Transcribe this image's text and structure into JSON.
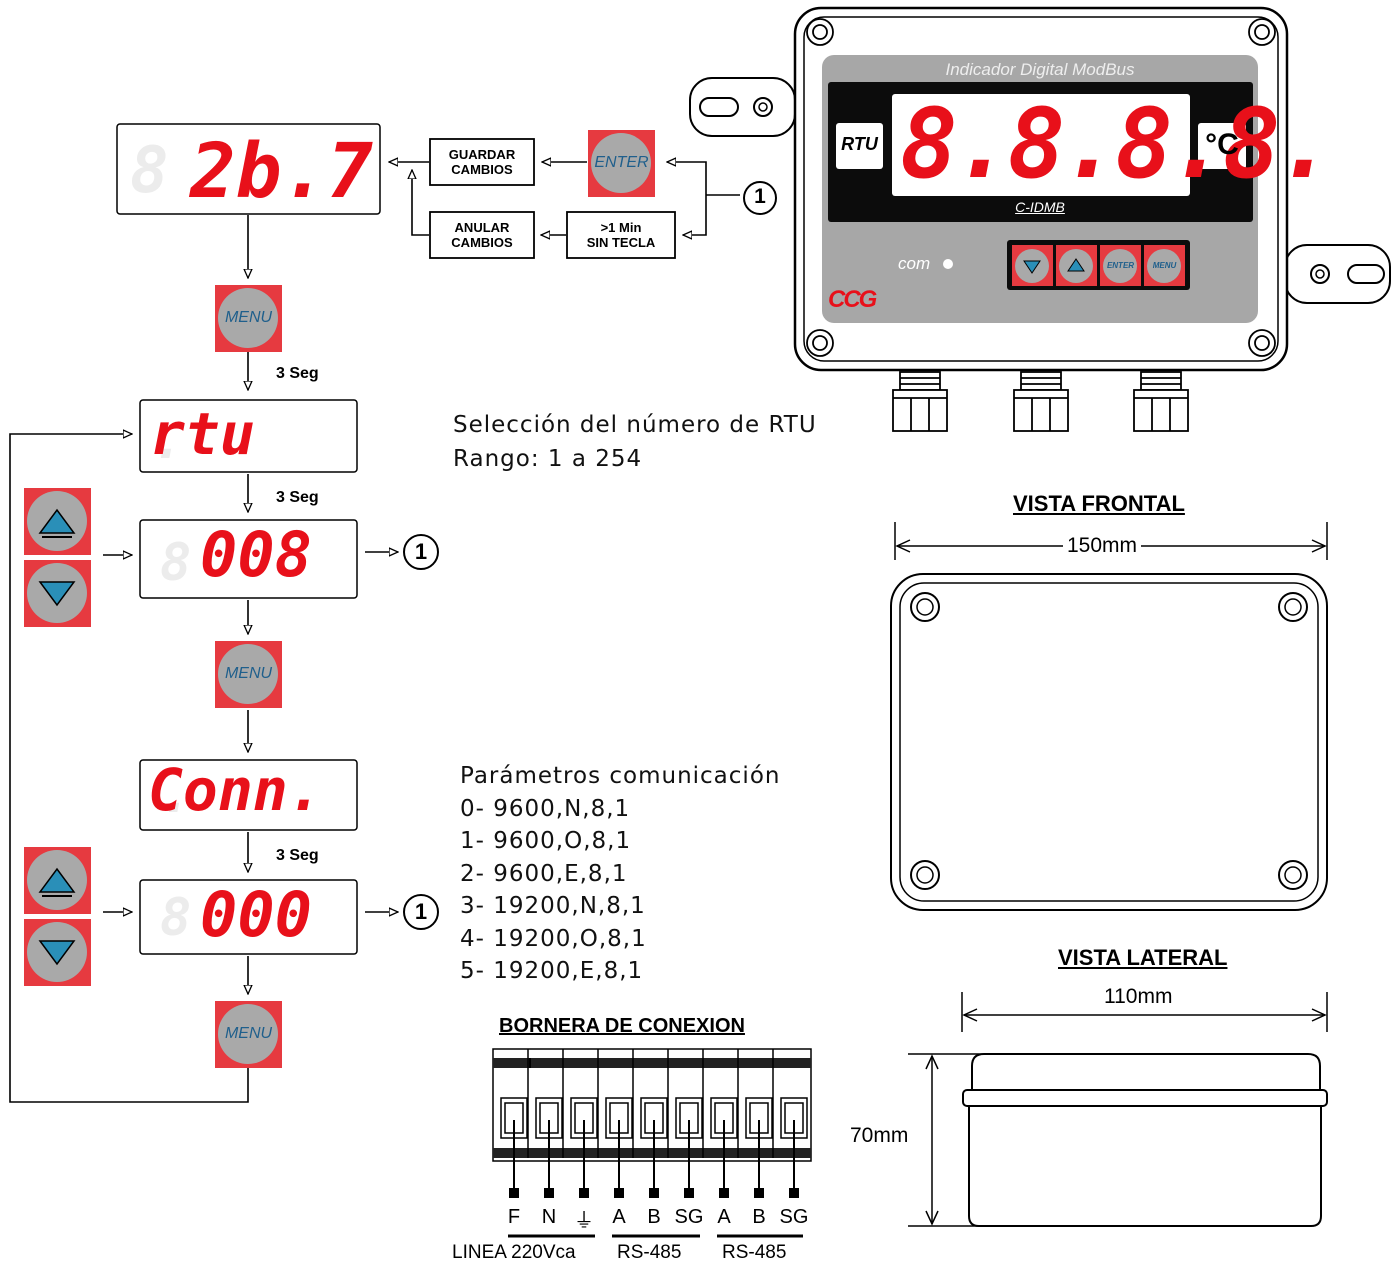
{
  "flow": {
    "display1": "2b.7",
    "guardar": [
      "GUARDAR",
      "CAMBIOS"
    ],
    "anular": [
      "ANULAR",
      "CAMBIOS"
    ],
    "sin_tecla": [
      ">1 Min",
      "SIN TECLA"
    ],
    "enter_label": "ENTER",
    "menu_label": "MENU",
    "ref_marker": "1",
    "seg_label": "3 Seg",
    "display_rtu": "rtu",
    "display_rtu_value": "008",
    "display_conn": "Conn.",
    "display_conn_value": "000"
  },
  "rtu_note": {
    "line1": "Selección del número de RTU",
    "line2": "Rango: 1 a 254"
  },
  "params": {
    "title": "Parámetros comunicación",
    "items": [
      "0- 9600,N,8,1",
      "1- 9600,O,8,1",
      "2- 9600,E,8,1",
      "3- 19200,N,8,1",
      "4- 19200,O,8,1",
      "5- 19200,E,8,1"
    ]
  },
  "device": {
    "title": "Indicador Digital ModBus",
    "display": "8.8.8.8.",
    "rtu_tag": "RTU",
    "unit": "°C",
    "model": "C-IDMB",
    "com": "com",
    "logo": "CCG",
    "btn_enter": "ENTER",
    "btn_menu": "MENU"
  },
  "front_view": {
    "title": "VISTA FRONTAL",
    "width": "150mm"
  },
  "side_view": {
    "title": "VISTA LATERAL",
    "width": "110mm",
    "height": "70mm"
  },
  "terminal": {
    "title": "BORNERA DE CONEXION",
    "labels": [
      "F",
      "N",
      "⏚",
      "A",
      "B",
      "SG",
      "A",
      "B",
      "SG"
    ],
    "groups": [
      "LINEA 220Vca",
      "RS-485",
      "RS-485"
    ]
  },
  "colors": {
    "segment_red": "#e8101a",
    "button_red": "#e63a40",
    "button_grey": "#a9a9a9",
    "arrow_blue": "#2a8fb8",
    "panel_grey": "#a7a7a7"
  }
}
